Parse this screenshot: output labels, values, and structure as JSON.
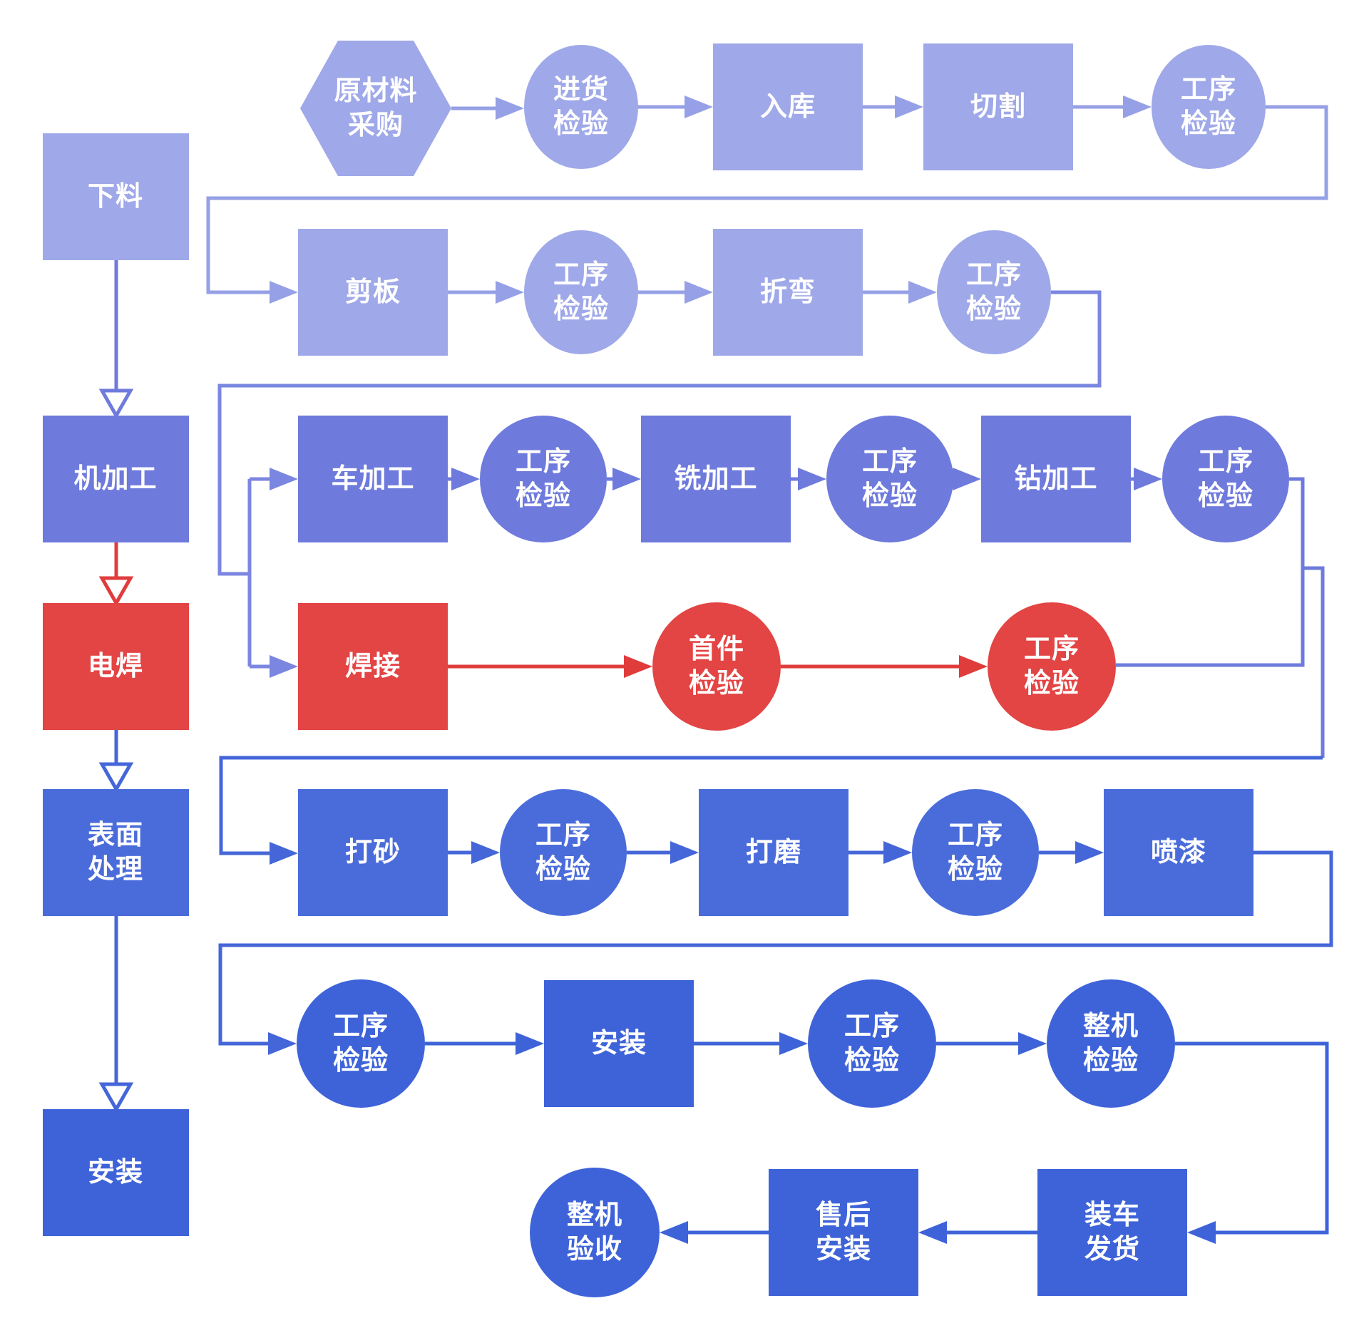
{
  "diagram": {
    "background": "#ffffff",
    "palette": {
      "light": "#9FA8E8",
      "medium": "#6E7ADC",
      "red": "#E34444",
      "blue": "#4A6CDB",
      "deep": "#3E63D9",
      "edge_light": "#96A0E6",
      "edge_branch": "#7B86E0",
      "edge_medium": "#6E7ADC",
      "edge_blue": "#4466D8",
      "edge_deep": "#3E63D9",
      "edge_red": "#E03C3C",
      "text": "#FFFFFF"
    },
    "nodes": [
      {
        "id": "blanking",
        "shape": "rect",
        "label": "下料",
        "line1": "下料"
      },
      {
        "id": "raw-material-purchase",
        "shape": "hexagon",
        "label": "原材料采购",
        "line1": "原材料",
        "line2": "采购"
      },
      {
        "id": "incoming-inspection",
        "shape": "circle",
        "label": "进货检验",
        "line1": "进货",
        "line2": "检验"
      },
      {
        "id": "warehousing",
        "shape": "rect",
        "label": "入库",
        "line1": "入库"
      },
      {
        "id": "cutting",
        "shape": "rect",
        "label": "切割",
        "line1": "切割"
      },
      {
        "id": "process-inspection-1",
        "shape": "circle",
        "label": "工序检验",
        "line1": "工序",
        "line2": "检验"
      },
      {
        "id": "shearing",
        "shape": "rect",
        "label": "剪板",
        "line1": "剪板"
      },
      {
        "id": "process-inspection-2",
        "shape": "circle",
        "label": "工序检验",
        "line1": "工序",
        "line2": "检验"
      },
      {
        "id": "bending",
        "shape": "rect",
        "label": "折弯",
        "line1": "折弯"
      },
      {
        "id": "process-inspection-3",
        "shape": "circle",
        "label": "工序检验",
        "line1": "工序",
        "line2": "检验"
      },
      {
        "id": "machining",
        "shape": "rect",
        "label": "机加工",
        "line1": "机加工"
      },
      {
        "id": "turning",
        "shape": "rect",
        "label": "车加工",
        "line1": "车加工"
      },
      {
        "id": "process-inspection-4",
        "shape": "circle",
        "label": "工序检验",
        "line1": "工序",
        "line2": "检验"
      },
      {
        "id": "milling",
        "shape": "rect",
        "label": "铣加工",
        "line1": "铣加工"
      },
      {
        "id": "process-inspection-5",
        "shape": "circle",
        "label": "工序检验",
        "line1": "工序",
        "line2": "检验"
      },
      {
        "id": "drilling",
        "shape": "rect",
        "label": "钻加工",
        "line1": "钻加工"
      },
      {
        "id": "process-inspection-6",
        "shape": "circle",
        "label": "工序检验",
        "line1": "工序",
        "line2": "检验"
      },
      {
        "id": "electric-welding",
        "shape": "rect",
        "label": "电焊",
        "line1": "电焊"
      },
      {
        "id": "welding",
        "shape": "rect",
        "label": "焊接",
        "line1": "焊接"
      },
      {
        "id": "first-article-inspection",
        "shape": "circle",
        "label": "首件检验",
        "line1": "首件",
        "line2": "检验"
      },
      {
        "id": "process-inspection-7",
        "shape": "circle",
        "label": "工序检验",
        "line1": "工序",
        "line2": "检验"
      },
      {
        "id": "surface-treatment",
        "shape": "rect",
        "label": "表面处理",
        "line1": "表面",
        "line2": "处理"
      },
      {
        "id": "sand-blasting",
        "shape": "rect",
        "label": "打砂",
        "line1": "打砂"
      },
      {
        "id": "process-inspection-8",
        "shape": "circle",
        "label": "工序检验",
        "line1": "工序",
        "line2": "检验"
      },
      {
        "id": "grinding",
        "shape": "rect",
        "label": "打磨",
        "line1": "打磨"
      },
      {
        "id": "process-inspection-9",
        "shape": "circle",
        "label": "工序检验",
        "line1": "工序",
        "line2": "检验"
      },
      {
        "id": "painting",
        "shape": "rect",
        "label": "喷漆",
        "line1": "喷漆"
      },
      {
        "id": "process-inspection-10",
        "shape": "circle",
        "label": "工序检验",
        "line1": "工序",
        "line2": "检验"
      },
      {
        "id": "assembly",
        "shape": "rect",
        "label": "安装",
        "line1": "安装"
      },
      {
        "id": "process-inspection-11",
        "shape": "circle",
        "label": "工序检验",
        "line1": "工序",
        "line2": "检验"
      },
      {
        "id": "complete-machine-inspection",
        "shape": "circle",
        "label": "整机检验",
        "line1": "整机",
        "line2": "检验"
      },
      {
        "id": "assembly-stage",
        "shape": "rect",
        "label": "安装",
        "line1": "安装"
      },
      {
        "id": "loading-shipping",
        "shape": "rect",
        "label": "装车发货",
        "line1": "装车",
        "line2": "发货"
      },
      {
        "id": "after-sales-installation",
        "shape": "rect",
        "label": "售后安装",
        "line1": "售后",
        "line2": "安装"
      },
      {
        "id": "final-acceptance",
        "shape": "circle",
        "label": "整机验收",
        "line1": "整机",
        "line2": "验收"
      }
    ],
    "edges": [
      {
        "from": "原材料采购",
        "to": "进货检验"
      },
      {
        "from": "进货检验",
        "to": "入库"
      },
      {
        "from": "入库",
        "to": "切割"
      },
      {
        "from": "切割",
        "to": "工序检验"
      },
      {
        "from": "工序检验",
        "to": "剪板"
      },
      {
        "from": "剪板",
        "to": "工序检验"
      },
      {
        "from": "工序检验",
        "to": "折弯"
      },
      {
        "from": "折弯",
        "to": "工序检验"
      },
      {
        "from": "工序检验",
        "to": "车加工"
      },
      {
        "from": "工序检验",
        "to": "焊接"
      },
      {
        "from": "车加工",
        "to": "工序检验"
      },
      {
        "from": "工序检验",
        "to": "铣加工"
      },
      {
        "from": "铣加工",
        "to": "工序检验"
      },
      {
        "from": "工序检验",
        "to": "钻加工"
      },
      {
        "from": "钻加工",
        "to": "工序检验"
      },
      {
        "from": "工序检验",
        "to": "工序检验(焊接后)"
      },
      {
        "from": "焊接",
        "to": "首件检验"
      },
      {
        "from": "首件检验",
        "to": "工序检验"
      },
      {
        "from": "工序检验",
        "to": "打砂"
      },
      {
        "from": "打砂",
        "to": "工序检验"
      },
      {
        "from": "工序检验",
        "to": "打磨"
      },
      {
        "from": "打磨",
        "to": "工序检验"
      },
      {
        "from": "工序检验",
        "to": "喷漆"
      },
      {
        "from": "喷漆",
        "to": "工序检验"
      },
      {
        "from": "工序检验",
        "to": "安装"
      },
      {
        "from": "安装",
        "to": "工序检验"
      },
      {
        "from": "工序检验",
        "to": "整机检验"
      },
      {
        "from": "整机检验",
        "to": "装车发货"
      },
      {
        "from": "装车发货",
        "to": "售后安装"
      },
      {
        "from": "售后安装",
        "to": "整机验收"
      },
      {
        "from": "下料",
        "to": "机加工"
      },
      {
        "from": "机加工",
        "to": "电焊"
      },
      {
        "from": "电焊",
        "to": "表面处理"
      },
      {
        "from": "表面处理",
        "to": "安装"
      }
    ]
  }
}
